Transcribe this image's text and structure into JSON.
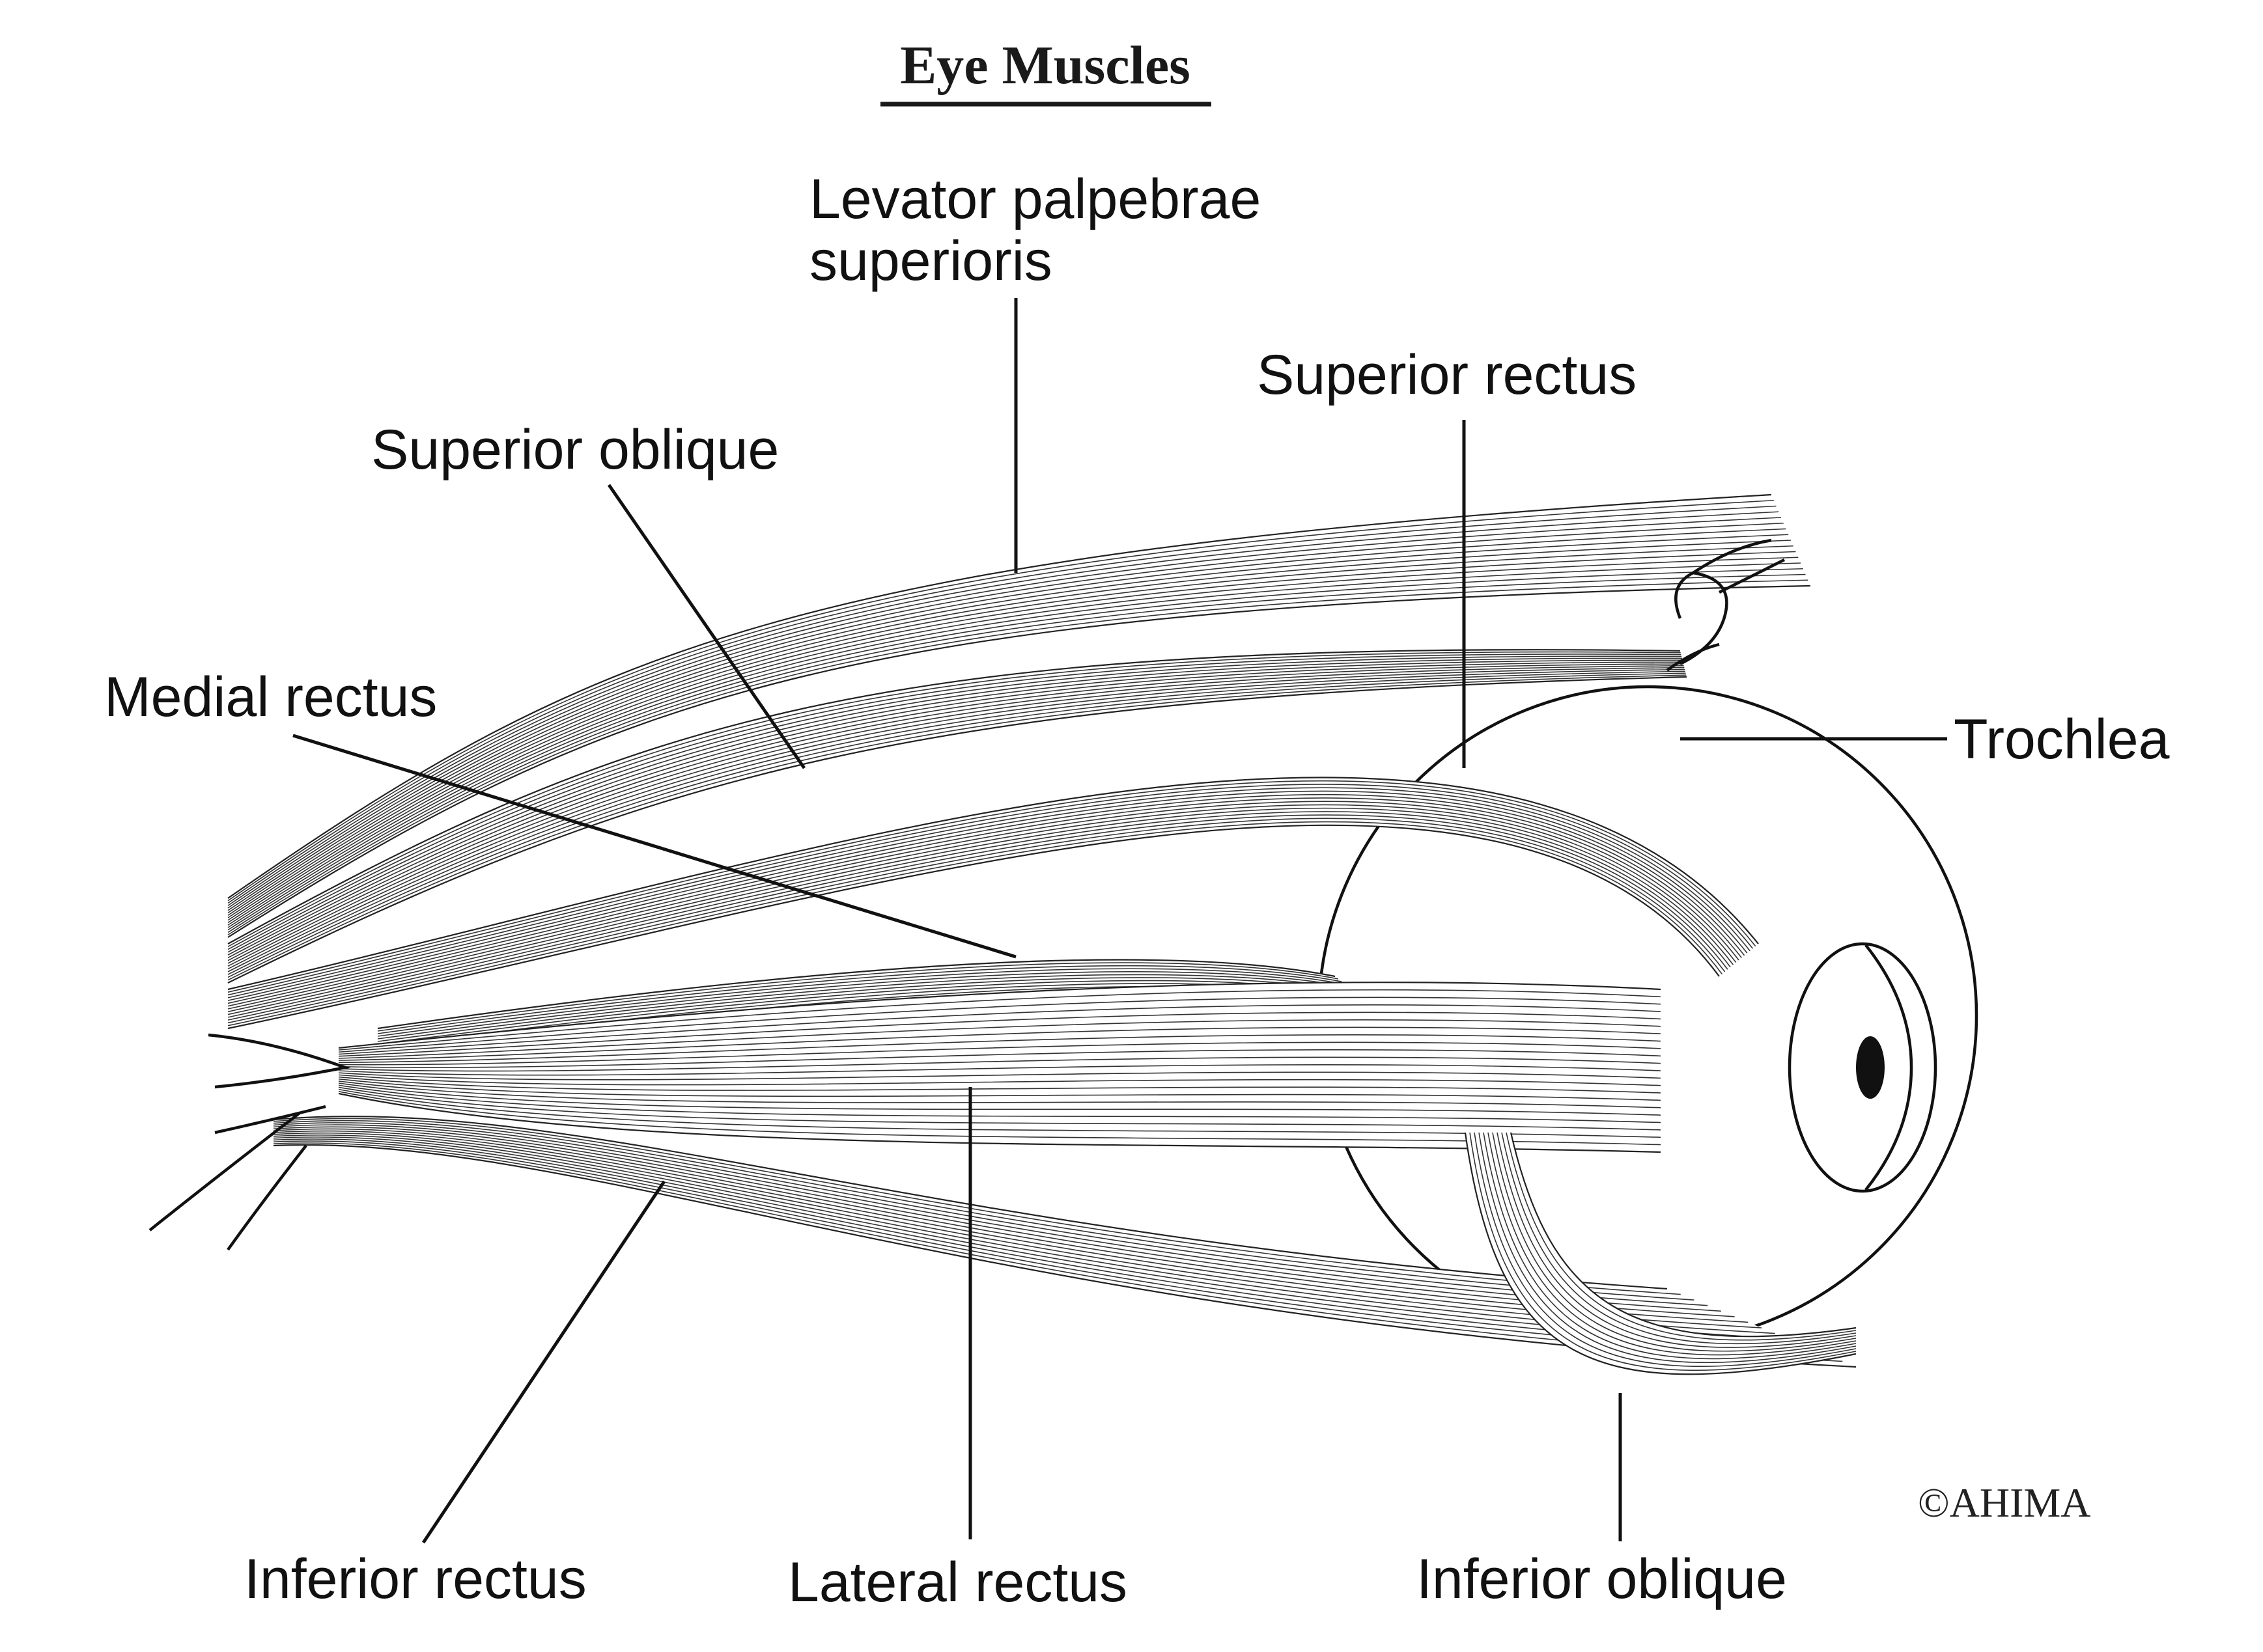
{
  "title": "Eye Muscles",
  "credit": "©AHIMA",
  "labels": {
    "levator_line1": "Levator palpebrae",
    "levator_line2": "superioris",
    "superior_rectus": "Superior rectus",
    "superior_oblique": "Superior oblique",
    "medial_rectus": "Medial rectus",
    "trochlea": "Trochlea",
    "inferior_rectus": "Inferior rectus",
    "lateral_rectus": "Lateral rectus",
    "inferior_oblique": "Inferior oblique"
  }
}
